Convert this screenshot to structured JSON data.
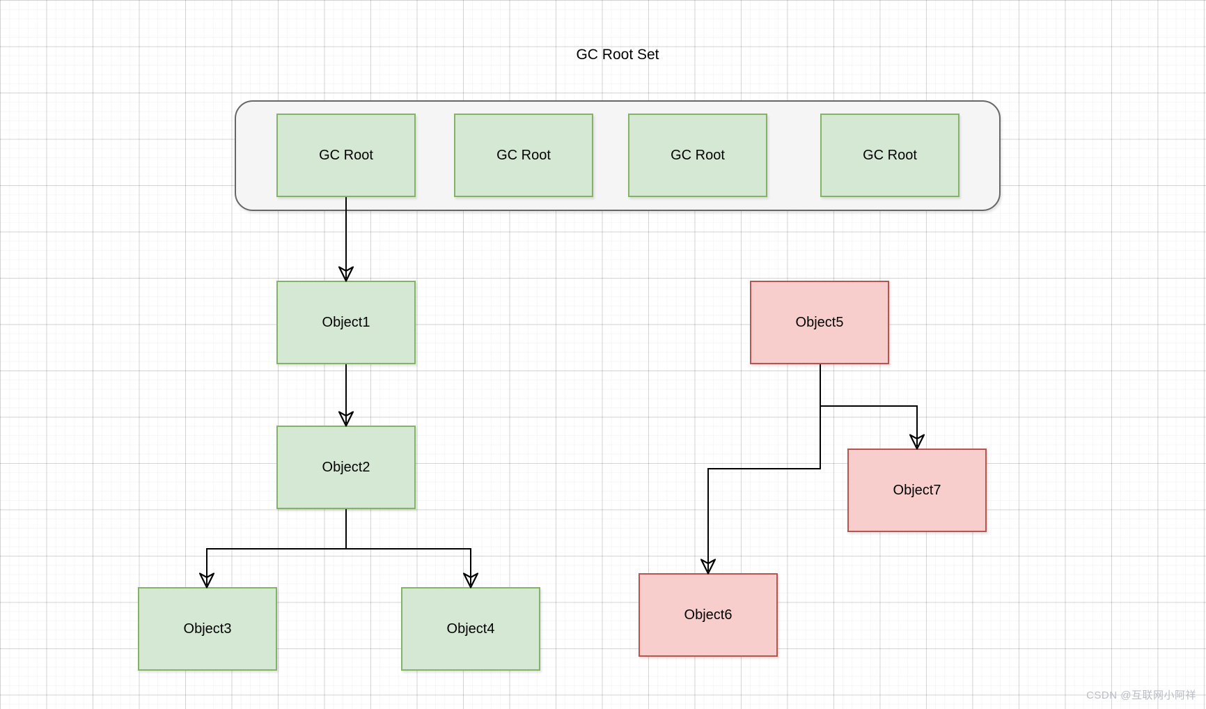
{
  "diagram": {
    "title": "GC Root Set",
    "watermark": "CSDN @互联网小阿祥",
    "root_set": {
      "items": [
        {
          "label": "GC Root"
        },
        {
          "label": "GC Root"
        },
        {
          "label": "GC Root"
        },
        {
          "label": "GC Root"
        }
      ]
    },
    "nodes": [
      {
        "id": "object1",
        "label": "Object1",
        "status": "reachable"
      },
      {
        "id": "object2",
        "label": "Object2",
        "status": "reachable"
      },
      {
        "id": "object3",
        "label": "Object3",
        "status": "reachable"
      },
      {
        "id": "object4",
        "label": "Object4",
        "status": "reachable"
      },
      {
        "id": "object5",
        "label": "Object5",
        "status": "unreachable"
      },
      {
        "id": "object6",
        "label": "Object6",
        "status": "unreachable"
      },
      {
        "id": "object7",
        "label": "Object7",
        "status": "unreachable"
      }
    ],
    "edges": [
      {
        "from": "gc-root-1",
        "to": "object1"
      },
      {
        "from": "object1",
        "to": "object2"
      },
      {
        "from": "object2",
        "to": "object3"
      },
      {
        "from": "object2",
        "to": "object4"
      },
      {
        "from": "object5",
        "to": "object7"
      },
      {
        "from": "object5",
        "to": "object6"
      }
    ],
    "colors": {
      "reachable_fill": "#d5e8d4",
      "reachable_border": "#82b366",
      "unreachable_fill": "#f8cecc",
      "unreachable_border": "#b85450",
      "container_fill": "#f5f5f5",
      "container_border": "#666666",
      "edge": "#000000",
      "watermark_text": "#b9bcc4"
    }
  }
}
